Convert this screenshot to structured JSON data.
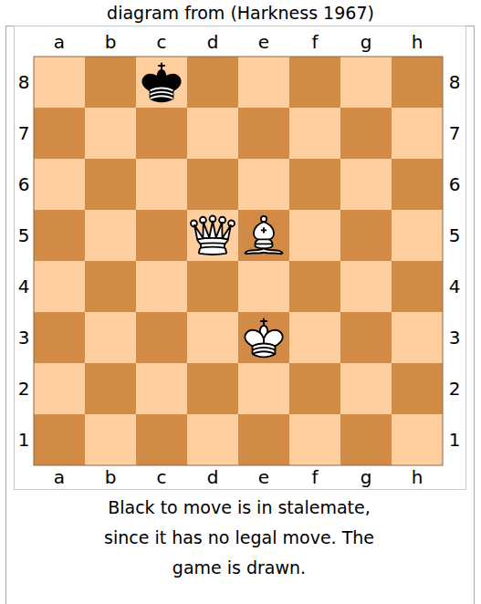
{
  "diagram": {
    "title": "diagram from (Harkness 1967)",
    "caption": "Black to move is in stalemate, since it has no legal move. The game is drawn.",
    "labels": [
      "a",
      "b",
      "c",
      "d",
      "e",
      "f",
      "g",
      "h",
      "8",
      "8",
      "7",
      "7",
      "6",
      "6",
      "5",
      "5",
      "4",
      "4",
      "3",
      "3",
      "2",
      "2",
      "1",
      "1",
      "a",
      "b",
      "c",
      "d",
      "e",
      "f",
      "g",
      "h"
    ]
  }
}
